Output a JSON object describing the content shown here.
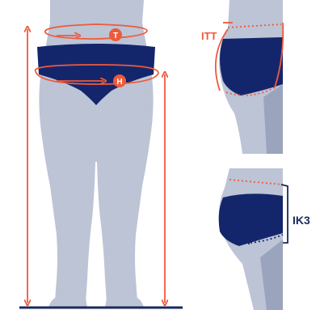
{
  "colors": {
    "body": "#bcc4d6",
    "body_shade": "#9aa4bd",
    "brief": "#14266b",
    "measure": "#ee5a3c",
    "floor": "#1a2a5c",
    "background": "#ffffff"
  },
  "front_figure": {
    "waist_marker": "T",
    "hip_marker": "H"
  },
  "side_figure_top": {
    "label": "ITT"
  },
  "side_figure_bottom": {
    "label": "IK3"
  }
}
